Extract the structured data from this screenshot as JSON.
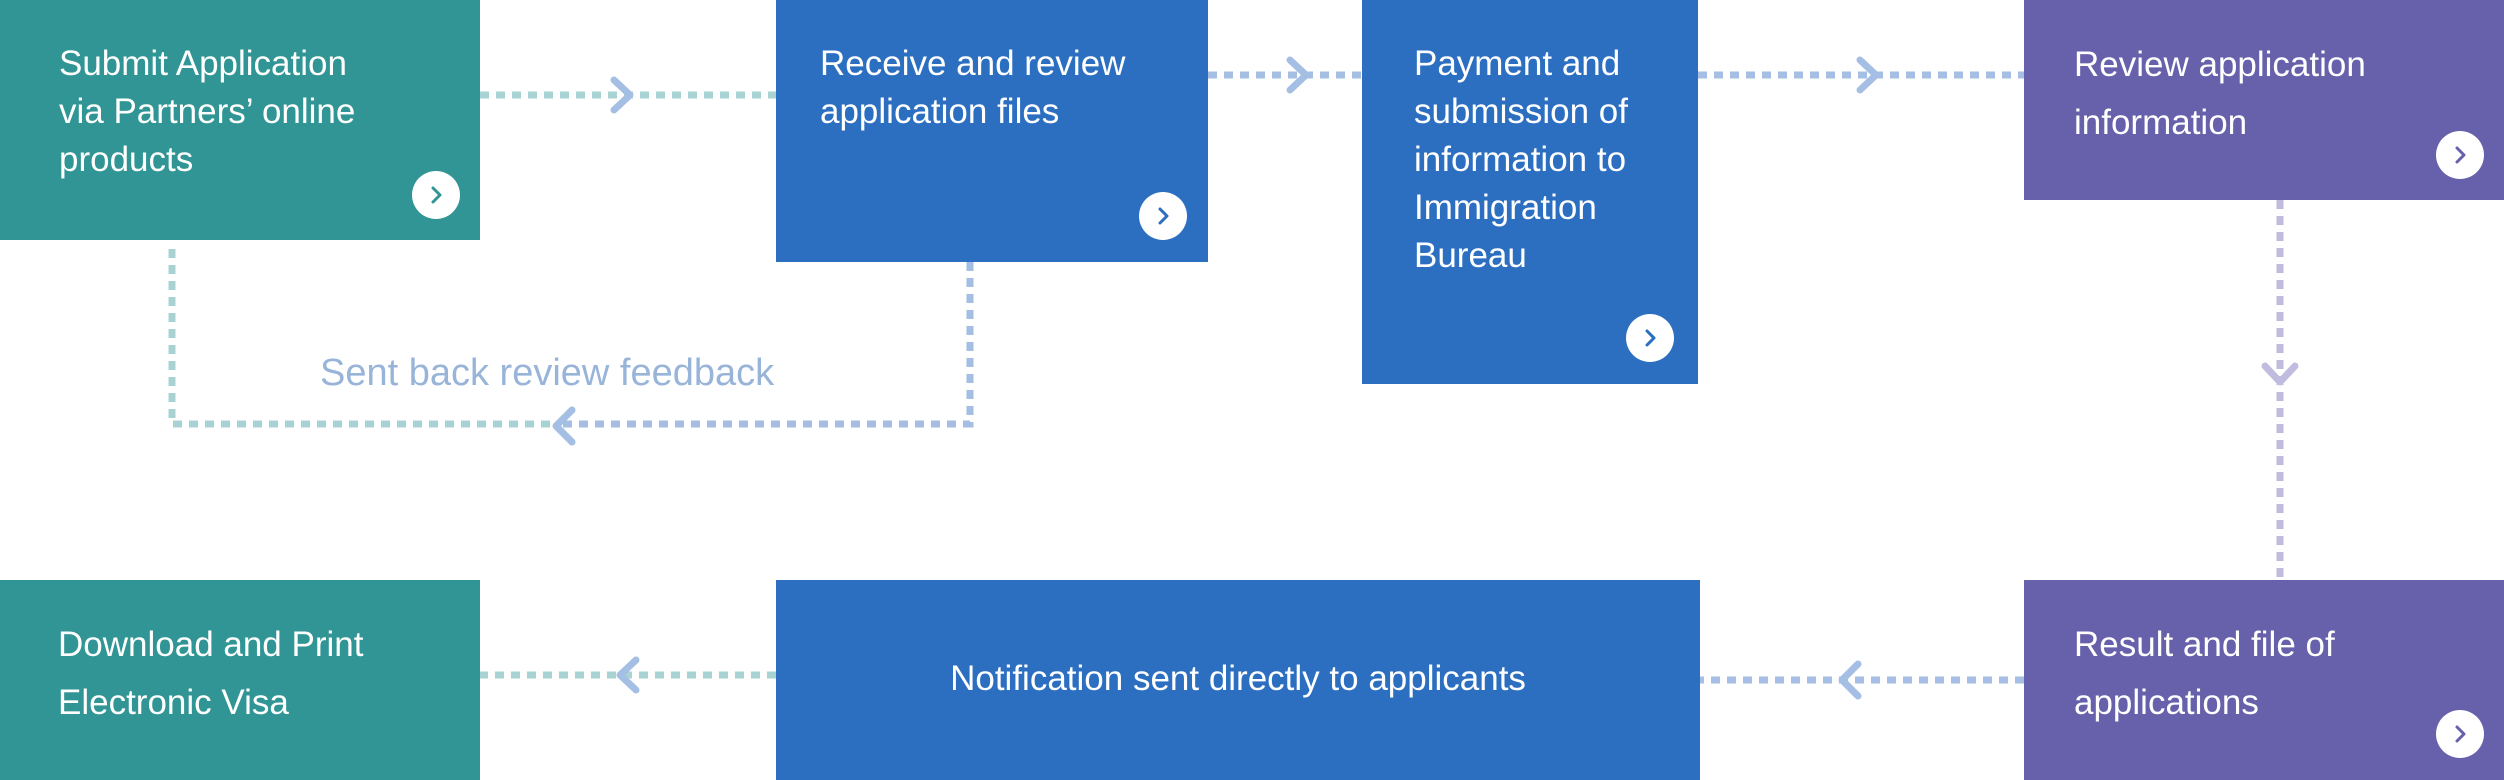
{
  "steps": {
    "submit": {
      "line1": "Submit Application",
      "line2": "via Partners’ online",
      "line3": "products"
    },
    "receive": {
      "line1": "Receive and review",
      "line2": "application files"
    },
    "payment": {
      "line1": "Payment and",
      "line2": "submission of",
      "line3": "information to",
      "line4": "Immigration",
      "line5": "Bureau"
    },
    "review": {
      "line1": "Review application",
      "line2": "information"
    },
    "result": {
      "line1": "Result and file of",
      "line2": "applications"
    },
    "notify": {
      "line1": "Notification sent directly to applicants"
    },
    "download": {
      "line1": "Download and Print",
      "line2": "Electronic Visa"
    }
  },
  "feedback_label": "Sent back review feedback",
  "icons": {
    "next": "chevron-right-icon"
  },
  "colors": {
    "teal": "#319595",
    "blue": "#2c6fc1",
    "purple": "#6760ab",
    "connector_teal": "#a9d3d3",
    "connector_blue": "#a4bfe3",
    "connector_purple": "#c0bcdf",
    "feedback_text": "#98b4d9"
  }
}
